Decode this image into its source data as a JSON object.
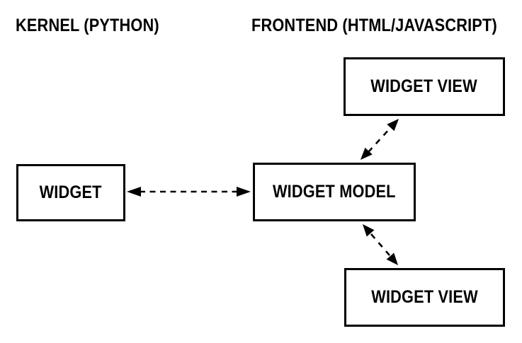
{
  "colors": {
    "background": "#ffffff",
    "ink": "#000000"
  },
  "sections": {
    "kernel": {
      "label": "KERNEL (PYTHON)"
    },
    "frontend": {
      "label": "FRONTEND (HTML/JAVASCRIPT)"
    }
  },
  "nodes": {
    "widget": {
      "label": "WIDGET",
      "section": "kernel"
    },
    "widget_model": {
      "label": "WIDGET MODEL",
      "section": "frontend"
    },
    "widget_view_top": {
      "label": "WIDGET VIEW",
      "section": "frontend"
    },
    "widget_view_bottom": {
      "label": "WIDGET VIEW",
      "section": "frontend"
    }
  },
  "edges": [
    {
      "from": "widget",
      "to": "widget_model",
      "line": "dashed",
      "arrows": "both"
    },
    {
      "from": "widget_model",
      "to": "widget_view_top",
      "line": "dashed",
      "arrows": "both"
    },
    {
      "from": "widget_model",
      "to": "widget_view_bottom",
      "line": "dashed",
      "arrows": "both"
    }
  ]
}
